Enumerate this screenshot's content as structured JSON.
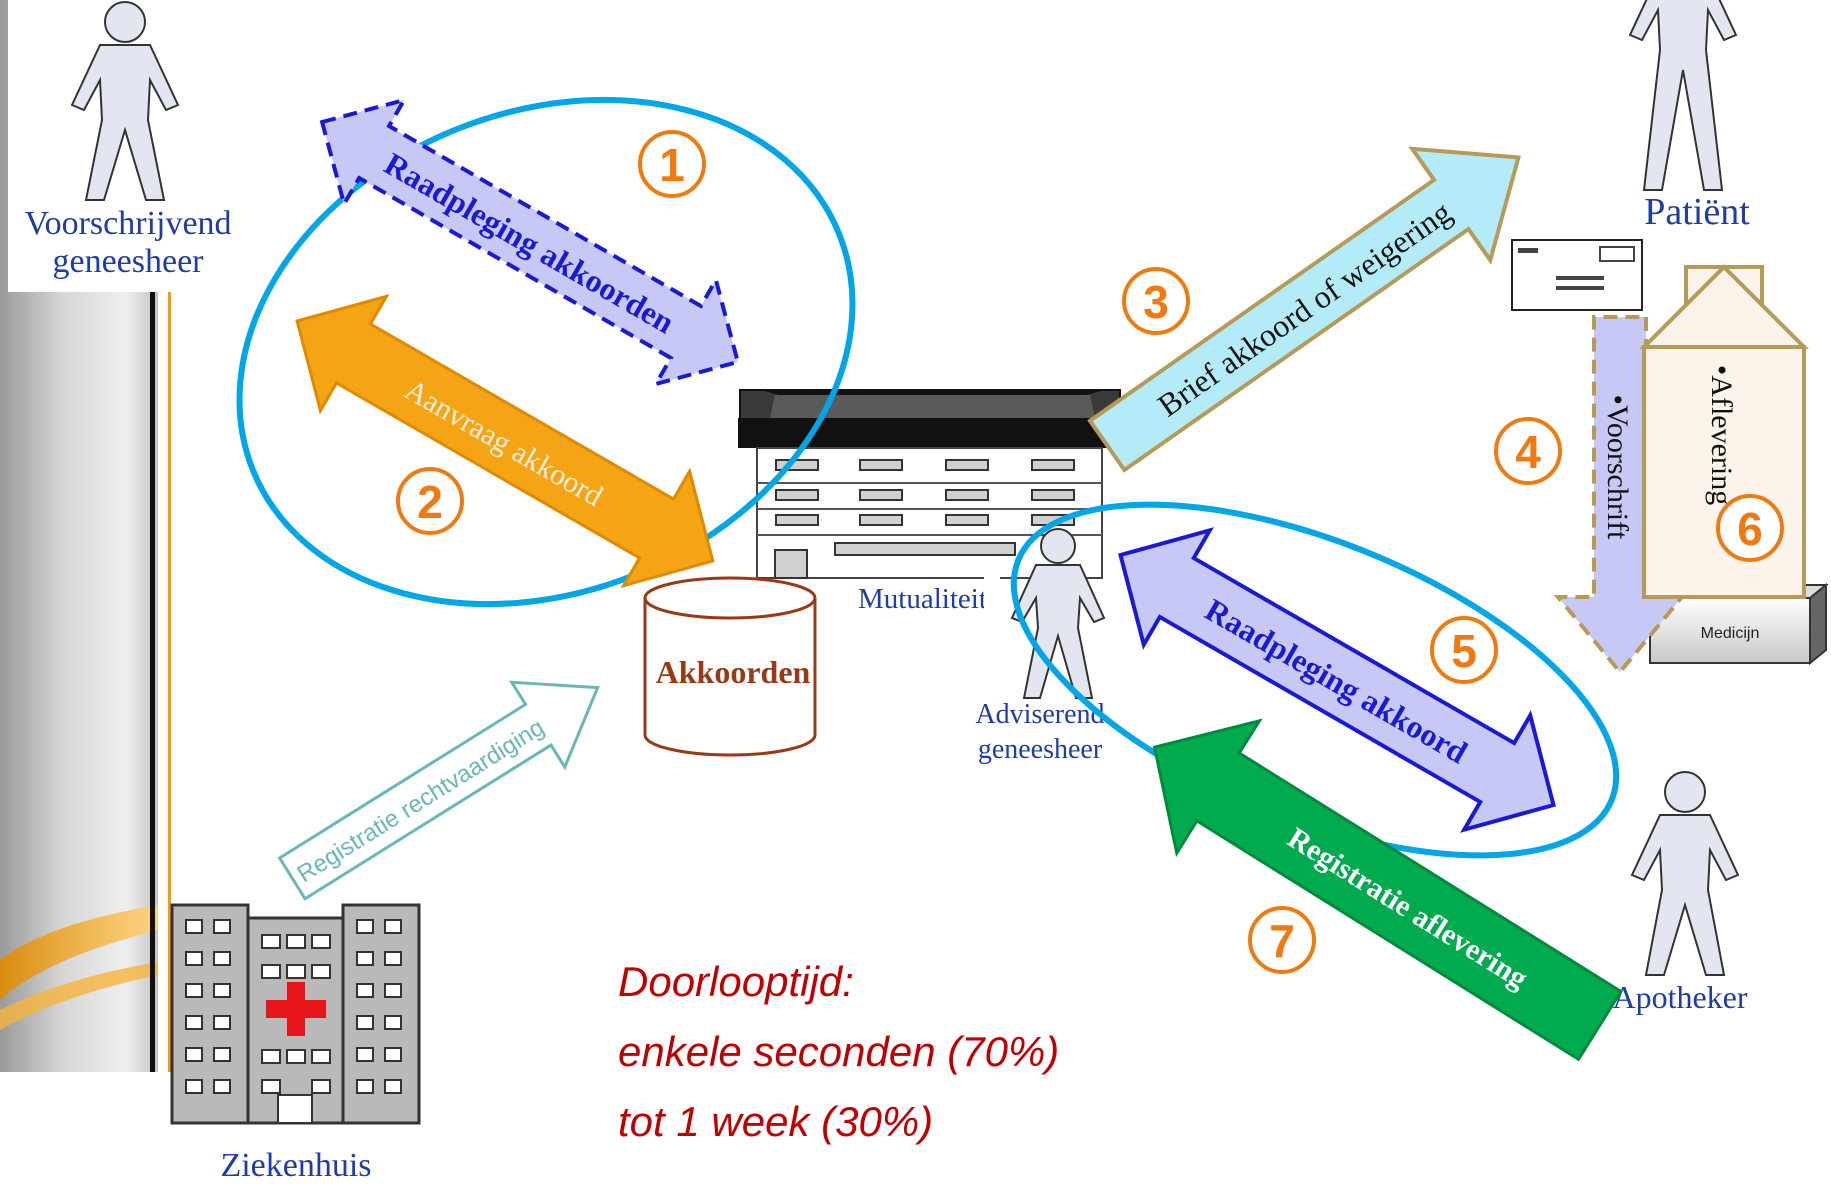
{
  "actors": {
    "prescriber": "Voorschrijvend geneesheer",
    "prescriber_line1": "Voorschrijvend",
    "prescriber_line2": "geneesheer",
    "patient": "Patiënt",
    "advisor_line1": "Adviserend",
    "advisor_line2": "geneesheer",
    "pharmacist": "Apotheker",
    "mutuality": "Mutualiteit",
    "hospital": "Ziekenhuis"
  },
  "database": {
    "label": "Akkoorden"
  },
  "medicine_box": {
    "label": "Medicijn"
  },
  "arrows": {
    "consult_agreements": "Raadpleging akkoorden",
    "request_agreement": "Aanvraag akkoord",
    "letter": "Brief akkoord of weigering",
    "prescription": "•Voorschrift",
    "delivery": "•Aflevering",
    "consult_agreement": "Raadpleging akkoord",
    "register_delivery": "Registratie aflevering",
    "register_justification": "Registratie rechtvaardiging"
  },
  "steps": [
    "1",
    "2",
    "3",
    "4",
    "5",
    "6",
    "7"
  ],
  "throughput": {
    "line1": "Doorlooptijd:",
    "line2": "enkele seconden (70%)",
    "line3": "tot 1 week (30%)"
  },
  "colors": {
    "step_orange": "#f07a10",
    "circle_blue": "#00a6e6",
    "lavender": "#c8c8f6",
    "dark_blue": "#1a1ad6",
    "orange_arrow": "#f5a416",
    "cyan_arrow": "#b3ecf8",
    "green_arrow": "#00aa4f",
    "throughput_red": "#c00000"
  }
}
